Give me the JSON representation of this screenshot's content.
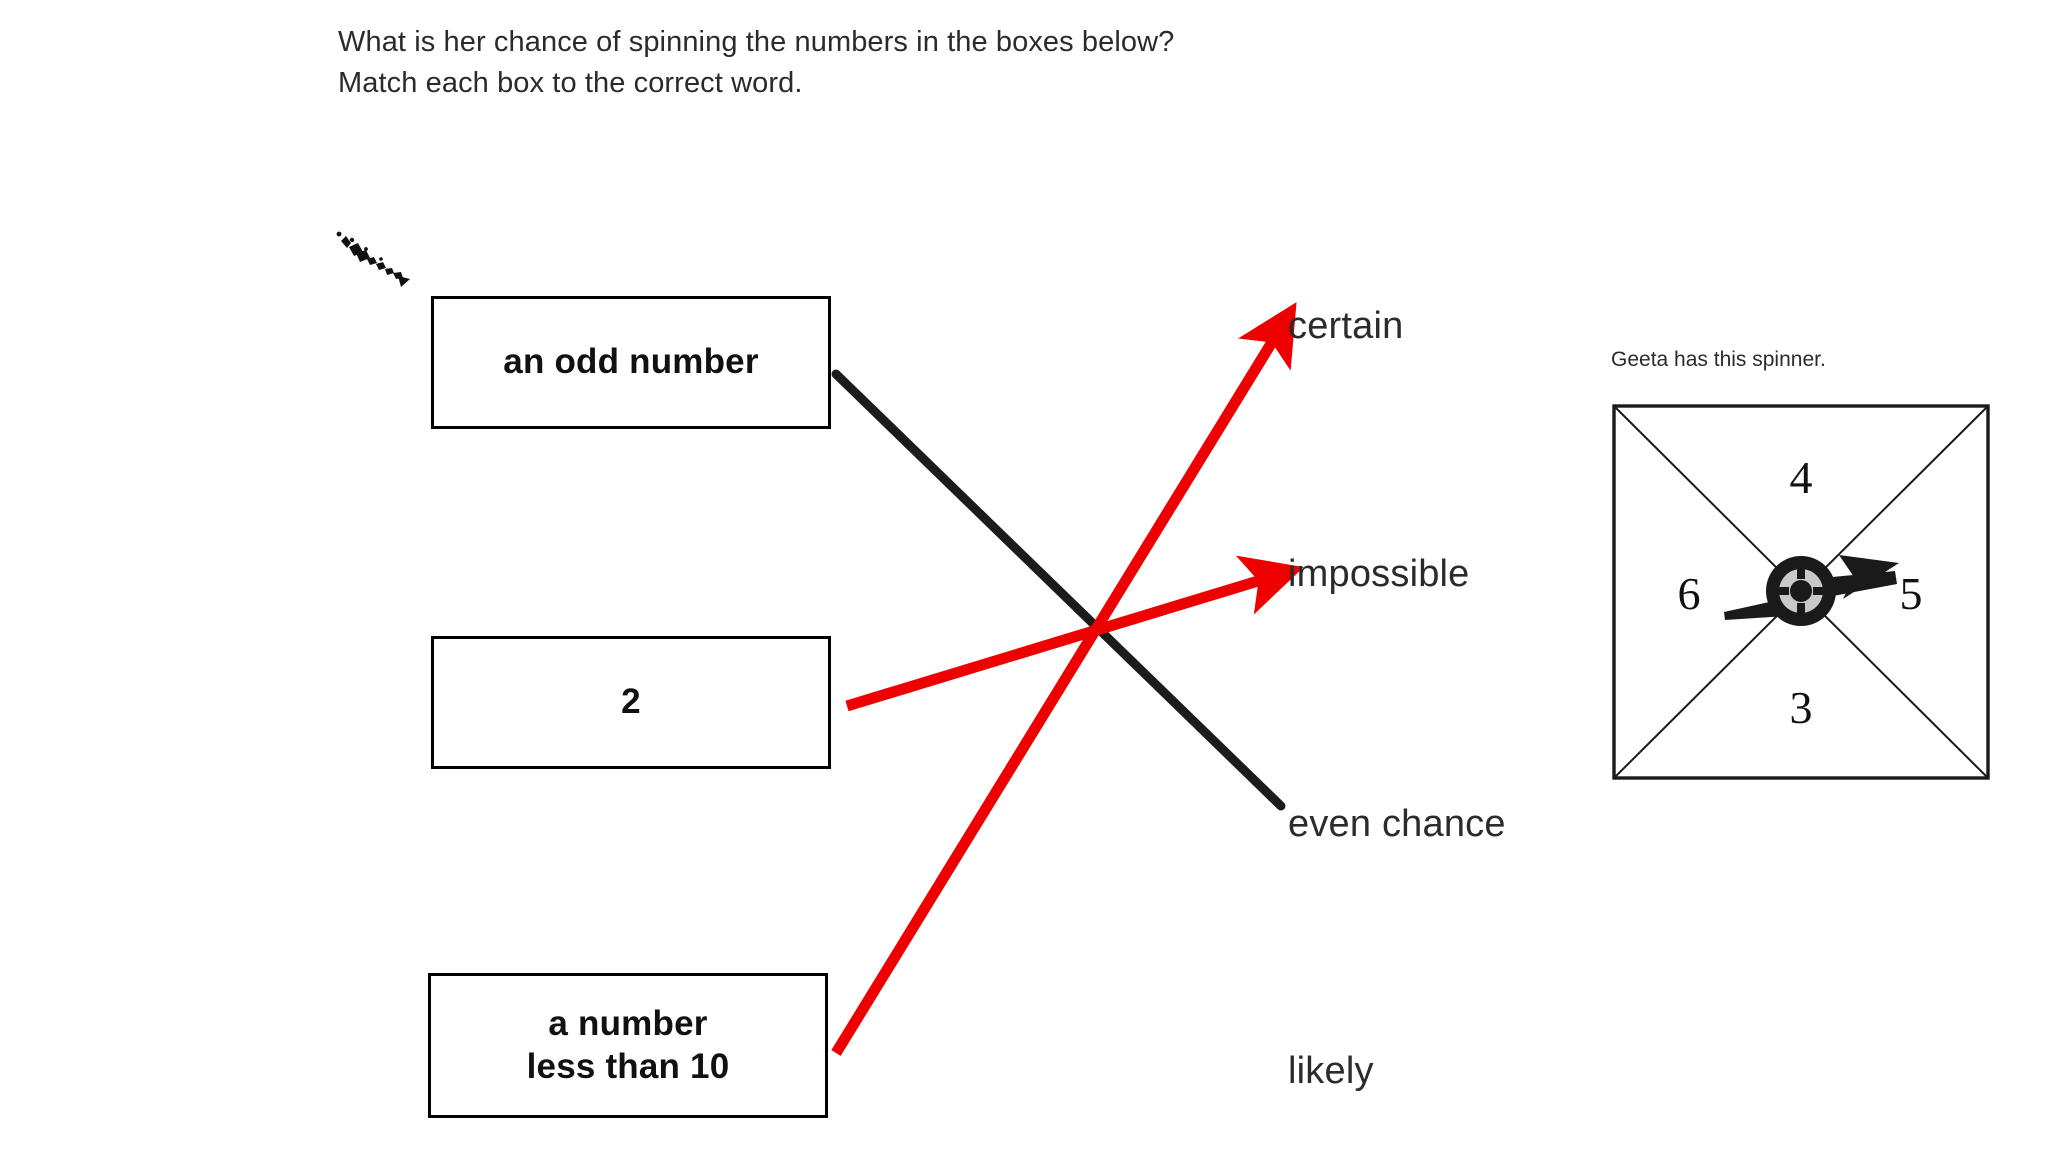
{
  "prompt": {
    "line1": "What is her chance of spinning the numbers in the boxes below?",
    "line2": "Match each box to the correct word.",
    "text": "What is her chance of spinning the numbers in the boxes below?\nMatch each box to the correct word."
  },
  "boxes": [
    {
      "id": "odd",
      "label": "an odd number"
    },
    {
      "id": "two",
      "label": "2"
    },
    {
      "id": "lessthan",
      "label": "a number\nless than 10"
    }
  ],
  "words": [
    {
      "id": "certain",
      "label": "certain"
    },
    {
      "id": "impossible",
      "label": "impossible"
    },
    {
      "id": "even-chance",
      "label": "even chance"
    },
    {
      "id": "likely",
      "label": "likely"
    }
  ],
  "connections": [
    {
      "from": "an odd number",
      "to": "even chance",
      "color": "#1c1c1c",
      "style": "line"
    },
    {
      "from": "2",
      "to": "impossible",
      "color": "#ee0000",
      "style": "arrow"
    },
    {
      "from": "a number less than 10",
      "to": "certain",
      "color": "#ee0000",
      "style": "arrow"
    }
  ],
  "spinner": {
    "caption": "Geeta has this spinner.",
    "sectors": [
      {
        "position": "top",
        "value": "4"
      },
      {
        "position": "right",
        "value": "5"
      },
      {
        "position": "bottom",
        "value": "3"
      },
      {
        "position": "left",
        "value": "6"
      }
    ],
    "pointer_direction": "right",
    "pointer_points_to": "5"
  },
  "annotations": [
    {
      "id": "ink-scribble",
      "description": "handwritten ink mark"
    }
  ],
  "colors": {
    "ink_black": "#1c1c1c",
    "marker_red": "#ee0000",
    "box_border": "#000000",
    "text": "#2b2b2b",
    "page_background": "#ffffff"
  }
}
